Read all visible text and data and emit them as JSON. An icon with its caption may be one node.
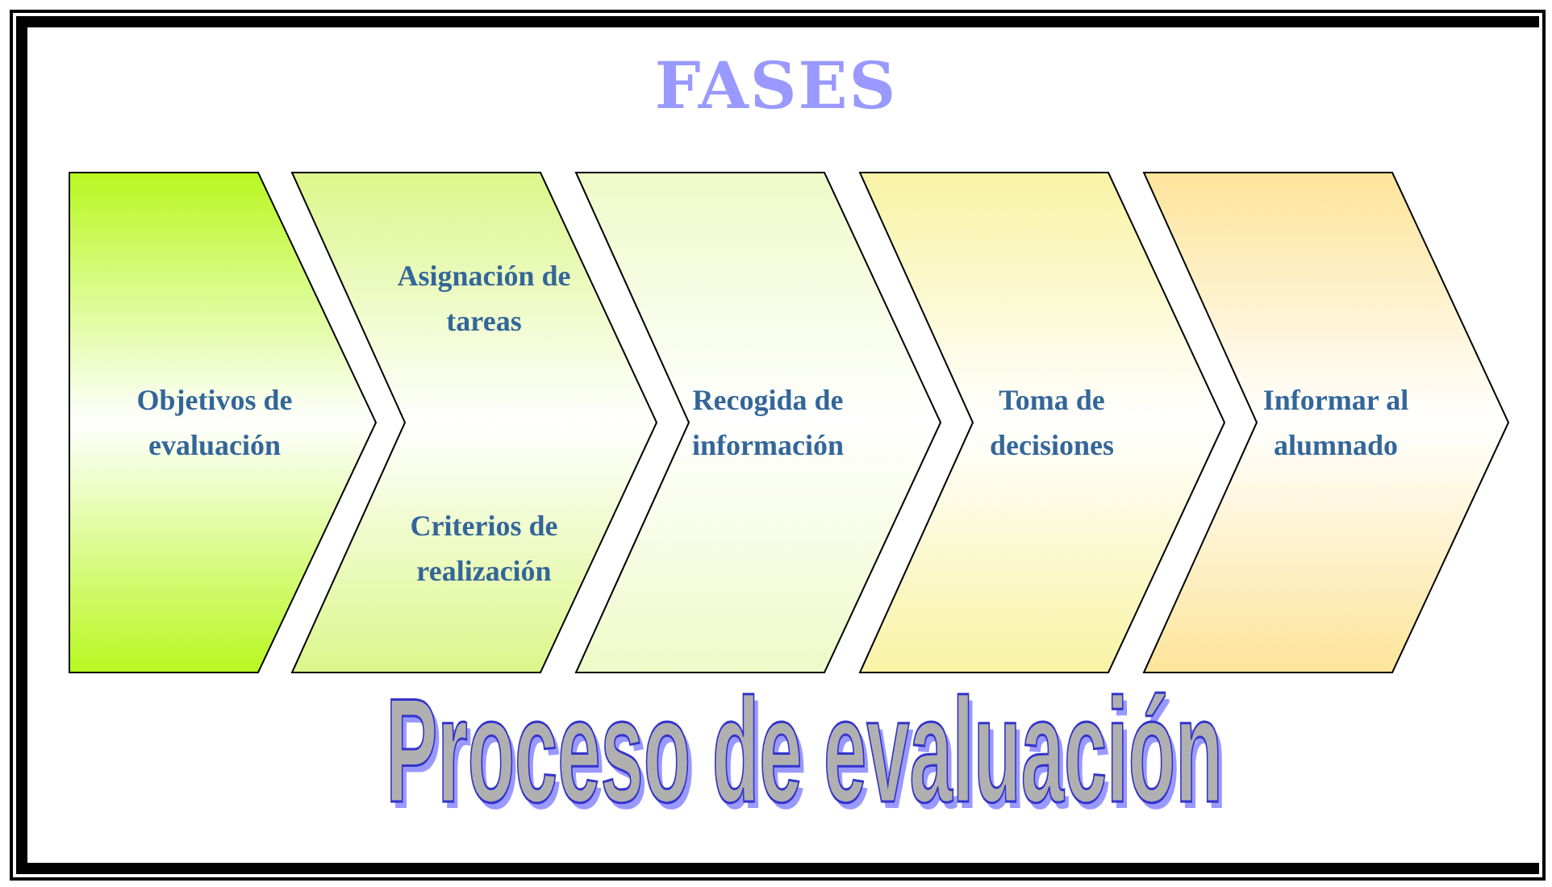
{
  "diagram": {
    "title": "FASES",
    "caption": "Proceso de evaluación",
    "nodes": [
      {
        "text": [
          "Objetivos de evaluación"
        ]
      },
      {
        "text": [
          "Asignación de tareas",
          "Criterios de realización"
        ]
      },
      {
        "text": [
          "Recogida de información"
        ]
      },
      {
        "text": [
          "Toma de decisiones"
        ]
      },
      {
        "text": [
          "Informar al alumnado"
        ]
      }
    ]
  }
}
